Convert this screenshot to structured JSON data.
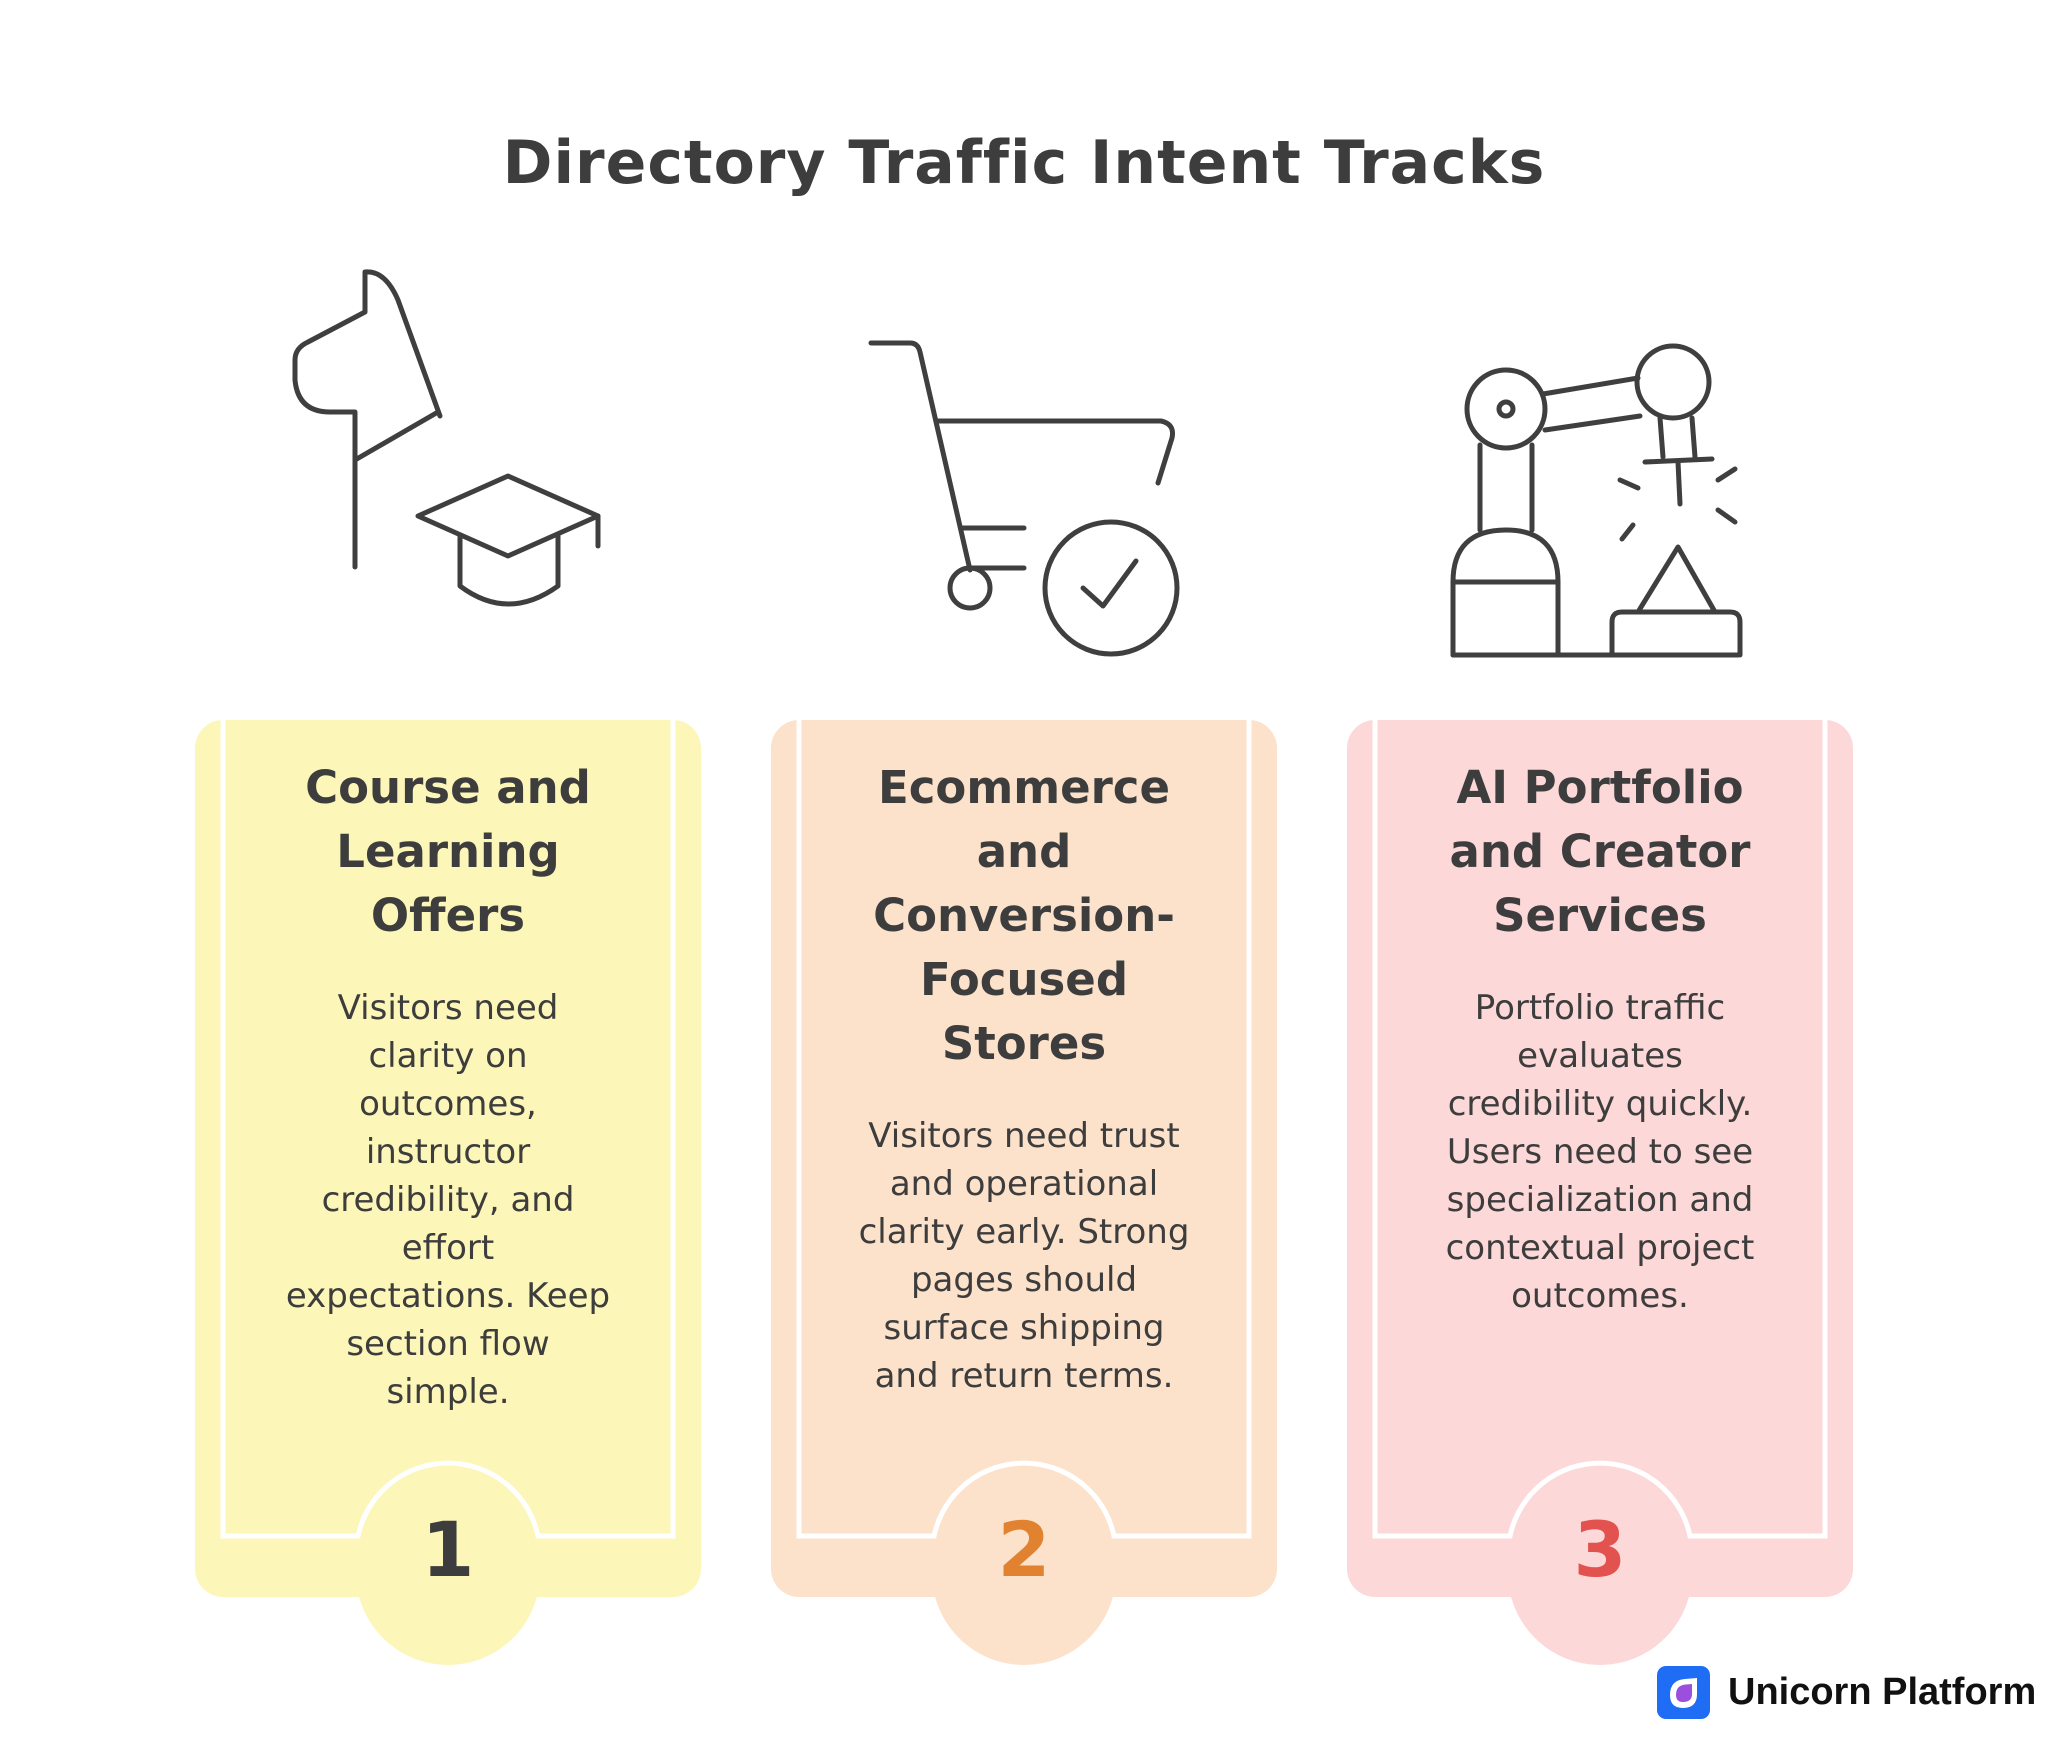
{
  "header": {
    "title": "Directory Traffic Intent Tracks"
  },
  "colors": {
    "stroke": "#3f3f3f",
    "card1_bg": "#fdf6b9",
    "card2_bg": "#fde2cb",
    "card3_bg": "#fdd8d8",
    "num1": "#3d3d3d",
    "num2": "#e0822f",
    "num3": "#e2534f",
    "logo_blue": "#1f6cf5",
    "logo_purple": "#9b4fdc"
  },
  "cards": [
    {
      "icon": "knight-and-graduation-cap-icon",
      "title": "Course and Learning Offers",
      "title_lines": [
        "Course and",
        "Learning",
        "Offers"
      ],
      "body_lines": [
        "Visitors need",
        "clarity on",
        "outcomes,",
        "instructor",
        "credibility, and",
        "effort",
        "expectations. Keep",
        "section flow",
        "simple."
      ],
      "number": "1"
    },
    {
      "icon": "shopping-cart-check-icon",
      "title": "Ecommerce and Conversion-Focused Stores",
      "title_lines": [
        "Ecommerce",
        "and",
        "Conversion-",
        "Focused",
        "Stores"
      ],
      "body_lines": [
        "Visitors need trust",
        "and operational",
        "clarity early. Strong",
        "pages should",
        "surface shipping",
        "and return terms."
      ],
      "number": "2"
    },
    {
      "icon": "robotic-arm-icon",
      "title": "AI Portfolio and Creator Services",
      "title_lines": [
        "AI Portfolio",
        "and Creator",
        "Services"
      ],
      "body_lines": [
        "Portfolio traffic",
        "evaluates",
        "credibility quickly.",
        "Users need to see",
        "specialization and",
        "contextual project",
        "outcomes."
      ],
      "number": "3"
    }
  ],
  "footer": {
    "brand": "Unicorn Platform",
    "logo_icon": "unicorn-platform-logo-icon"
  }
}
